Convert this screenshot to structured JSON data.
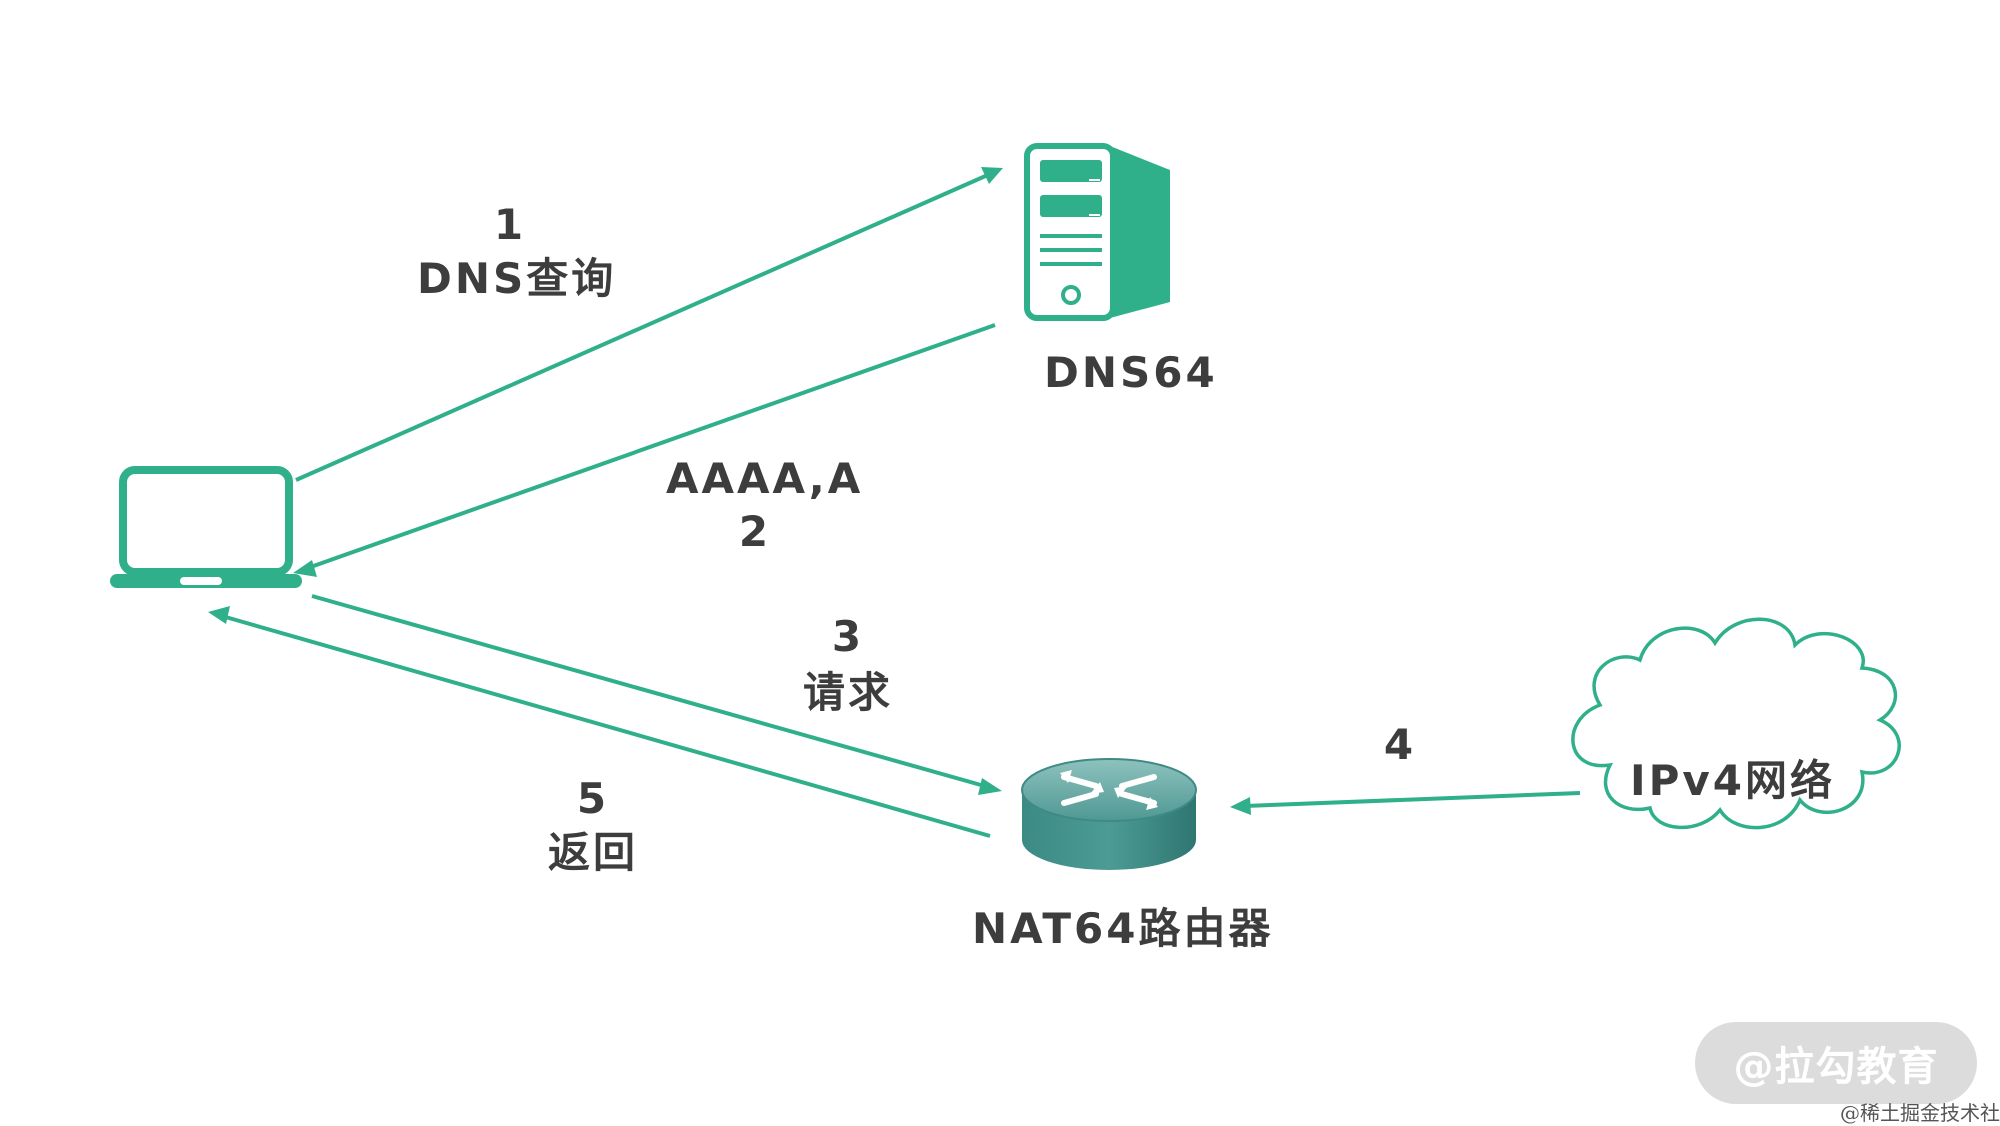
{
  "colors": {
    "accent": "#2fb08b",
    "text": "#3d3d3d",
    "router": "#3f8a85"
  },
  "labels": {
    "step1_num": "1",
    "step1_text": "DNS查询",
    "dns_server": "DNS64",
    "step2_text": "AAAA,A",
    "step2_num": "2",
    "step3_num": "3",
    "step3_text": "请求",
    "step4_num": "4",
    "step5_num": "5",
    "step5_text": "返回",
    "router": "NAT64路由器",
    "ipv4_network": "IPv4网络"
  },
  "icons": {
    "client": "laptop-icon",
    "server": "server-icon",
    "router": "router-icon",
    "network": "cloud-icon"
  },
  "watermark": {
    "main": "@拉勾教育",
    "sub": "@稀土掘金技术社区"
  }
}
